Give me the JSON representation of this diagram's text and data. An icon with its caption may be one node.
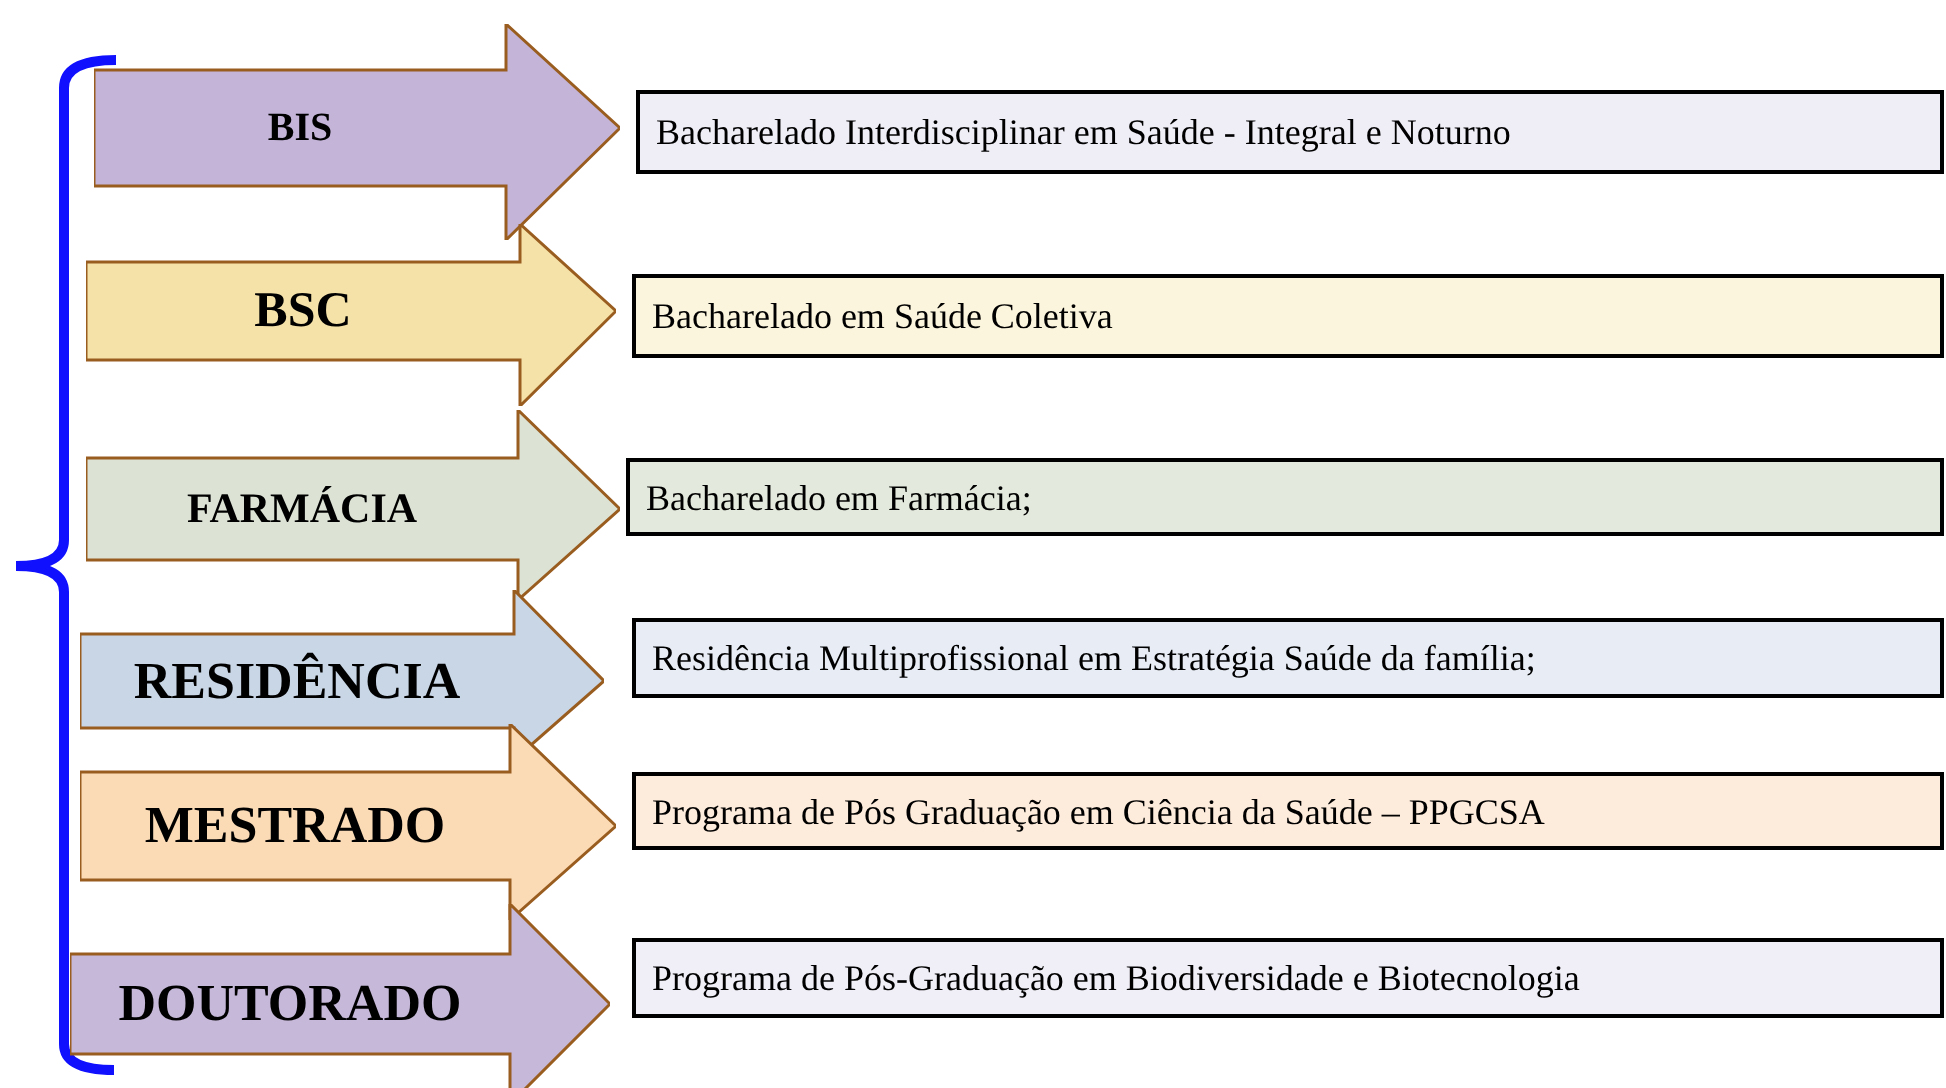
{
  "diagram": {
    "nodes": [
      {
        "text": [
          "BIS"
        ]
      },
      {
        "text": [
          "BSC"
        ]
      },
      {
        "text": [
          "FARMÁCIA"
        ]
      },
      {
        "text": [
          "RESIDÊNCIA"
        ]
      },
      {
        "text": [
          "MESTRADO"
        ]
      },
      {
        "text": [
          "DOUTORADO"
        ]
      },
      {
        "text": [
          "Bacharelado Interdisciplinar em Saúde - Integral e Noturno"
        ]
      },
      {
        "text": [
          "Bacharelado em Saúde Coletiva"
        ]
      },
      {
        "text": [
          "Bacharelado em Farmácia;"
        ]
      },
      {
        "text": [
          "Residência Multiprofissional em Estratégia Saúde da família;"
        ]
      },
      {
        "text": [
          "Programa de Pós Graduação em Ciência da Saúde – PPGCSA"
        ]
      },
      {
        "text": [
          "Programa de Pós-Graduação em Biodiversidade e Biotecnologia"
        ]
      }
    ]
  }
}
